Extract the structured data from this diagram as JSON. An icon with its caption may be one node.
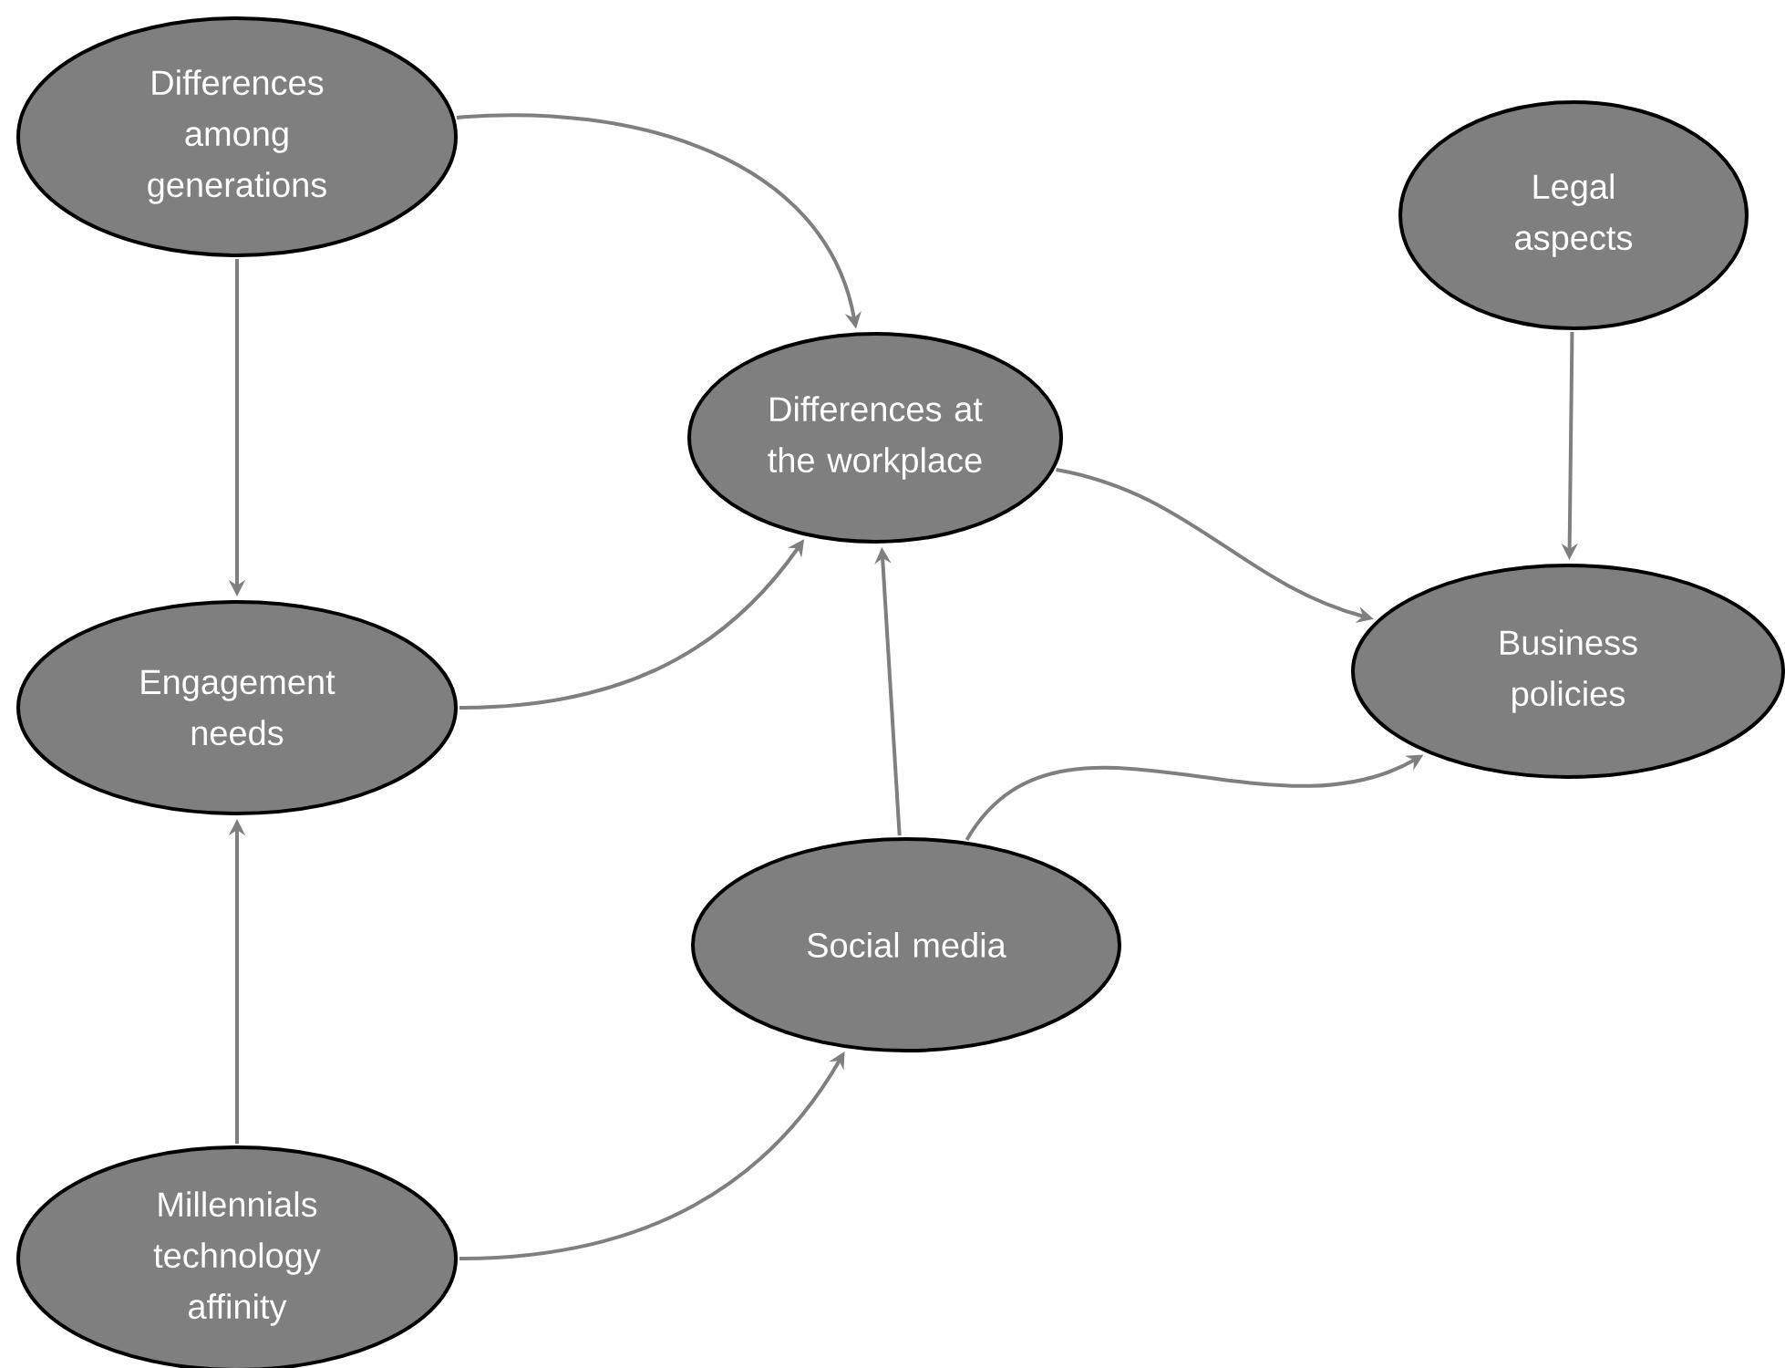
{
  "diagram": {
    "nodes": [
      {
        "text": [
          "Differences among generations"
        ]
      },
      {
        "text": [
          "Legal aspects"
        ]
      },
      {
        "text": [
          "Differences at the workplace"
        ]
      },
      {
        "text": [
          "Engagement needs"
        ]
      },
      {
        "text": [
          "Business policies"
        ]
      },
      {
        "text": [
          "Social media"
        ]
      },
      {
        "text": [
          "Millennials technology affinity"
        ]
      }
    ],
    "edges": [
      {
        "from": 0,
        "to": 2,
        "arrow": "to"
      },
      {
        "from": 0,
        "to": 3,
        "arrow": "to"
      },
      {
        "from": 1,
        "to": 4,
        "arrow": "to"
      },
      {
        "from": 2,
        "to": 4,
        "arrow": "to"
      },
      {
        "from": 3,
        "to": 2,
        "arrow": "to"
      },
      {
        "from": 5,
        "to": 2,
        "arrow": "to"
      },
      {
        "from": 5,
        "to": 4,
        "arrow": "to"
      },
      {
        "from": 6,
        "to": 3,
        "arrow": "to"
      },
      {
        "from": 6,
        "to": 5,
        "arrow": "to"
      }
    ]
  }
}
